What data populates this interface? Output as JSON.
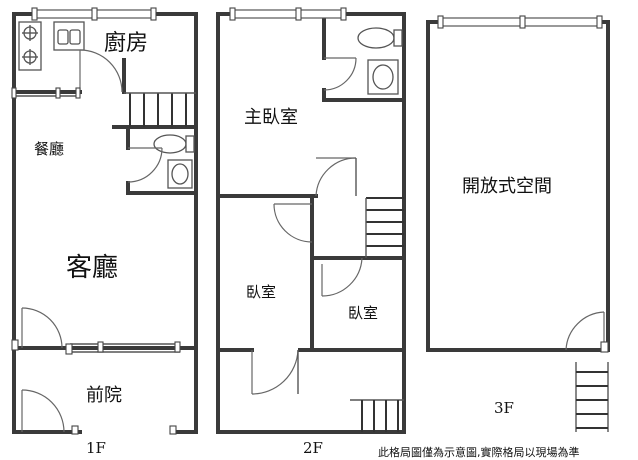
{
  "floors": {
    "f1": {
      "label": "1F",
      "rooms": {
        "kitchen": "廚房",
        "dining": "餐廳",
        "living": "客廳",
        "front_yard": "前院"
      }
    },
    "f2": {
      "label": "2F",
      "rooms": {
        "master_bedroom": "主臥室",
        "bedroom_left": "臥室",
        "bedroom_right": "臥室"
      }
    },
    "f3": {
      "label": "3F",
      "rooms": {
        "open_space": "開放式空間"
      }
    }
  },
  "disclaimer": "此格局圖僅為示意圖,實際格局以現場為準"
}
